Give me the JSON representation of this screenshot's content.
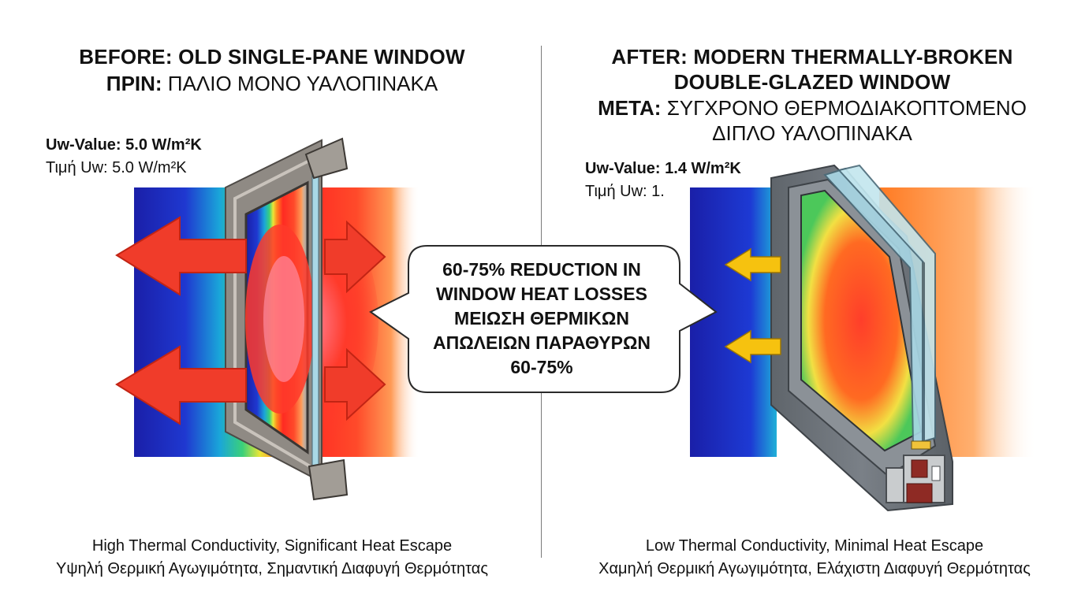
{
  "left": {
    "title_en": "BEFORE: OLD SINGLE-PANE WINDOW",
    "title_gr_bold": "ΠΡΙΝ:",
    "title_gr_rest": " ΠΑΛΙΟ ΜΟΝΟ ΥΑΛΟΠΙΝΑΚΑ",
    "uw_en": "Uw-Value: 5.0 W/m²K",
    "uw_gr": "Τιμή Uw: 5.0 W/m²K",
    "caption_en": "High Thermal Conductivity, Significant Heat Escape",
    "caption_gr": "Υψηλή Θερμική Αγωγιμότητα, Σημαντική Διαφυγή Θερμότητας"
  },
  "right": {
    "title_en_1": "AFTER: MODERN THERMALLY-BROKEN",
    "title_en_2": "DOUBLE-GLAZED WINDOW",
    "title_gr_bold": "ΜΕΤΑ:",
    "title_gr_rest": " ΣΥΓΧΡΟΝΟ ΘΕΡΜΟΔΙΑΚΟΠΤΟΜΕΝΟ",
    "title_gr_2": "ΔΙΠΛΟ ΥΑΛΟΠΙΝΑΚΑ",
    "uw_en": "Uw-Value: 1.4 W/m²K",
    "uw_gr": "Τιμή Uw: 1.",
    "caption_en": "Low Thermal Conductivity, Minimal Heat Escape",
    "caption_gr": "Χαμηλή Θερμική Αγωγιμότητα, Ελάχιστη Διαφυγή Θερμότητας"
  },
  "callout": {
    "line1": "60-75% REDUCTION IN",
    "line2": "WINDOW HEAT LOSSES",
    "line3": "ΜΕΙΩΣΗ ΘΕΡΜΙΚΩΝ",
    "line4": "ΑΠΩΛΕΙΩΝ ΠΑΡΑΘΥΡΩΝ",
    "line5": "60-75%"
  },
  "colors": {
    "cold": "#1a1fa8",
    "hot": "#ff1f1f",
    "arrow_red": "#f03c2a",
    "arrow_yellow": "#f6c20f",
    "frame_grey": "#6f757c",
    "glass": "#a9d8e6"
  },
  "icons": [
    "heat-loss-arrow-icon",
    "reduced-heat-arrow-icon"
  ]
}
